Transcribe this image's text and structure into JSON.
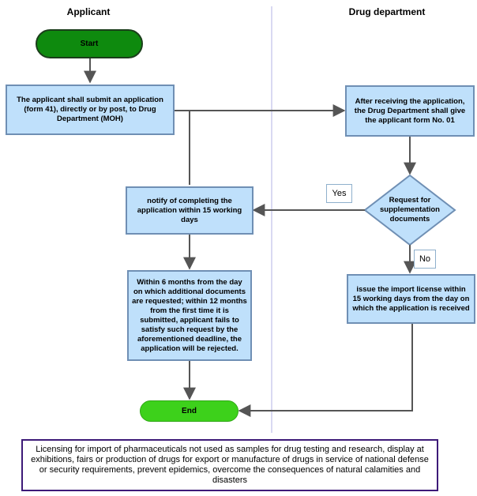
{
  "lanes": {
    "applicant": "Applicant",
    "drug_department": "Drug department"
  },
  "nodes": {
    "start": "Start",
    "submit": "The applicant shall submit an application (form 41), directly or by post, to Drug Department (MOH)",
    "receive": "After receiving the application, the Drug Department shall give the applicant form No. 01",
    "decision": "Request for supplementation documents",
    "notify": "notify of completing the application within 15 working days",
    "deadline": "Within 6 months from the day on which additional documents are requested; within 12 months from the first time it is submitted, applicant fails to satisfy such request by the aforementioned deadline, the application will be rejected.",
    "issue": "issue the import license within 15 working days from the day on which the application is received",
    "end": "End"
  },
  "branches": {
    "yes": "Yes",
    "no": "No"
  },
  "note": "Licensing for import of pharmaceuticals not used as samples for drug testing and research, display at exhibitions, fairs or production of drugs for export or manufacture of drugs in service of national defense or security requirements, prevent epidemics, overcome the consequences of natural calamities and disasters",
  "colors": {
    "process_fill": "#bfe0fb",
    "process_border": "#6f8fb4",
    "start_fill": "#0e8a0e",
    "end_fill": "#3dd11b",
    "connector": "#555555",
    "lane_divider": "#b3b3e6",
    "note_border": "#3d1a78"
  }
}
